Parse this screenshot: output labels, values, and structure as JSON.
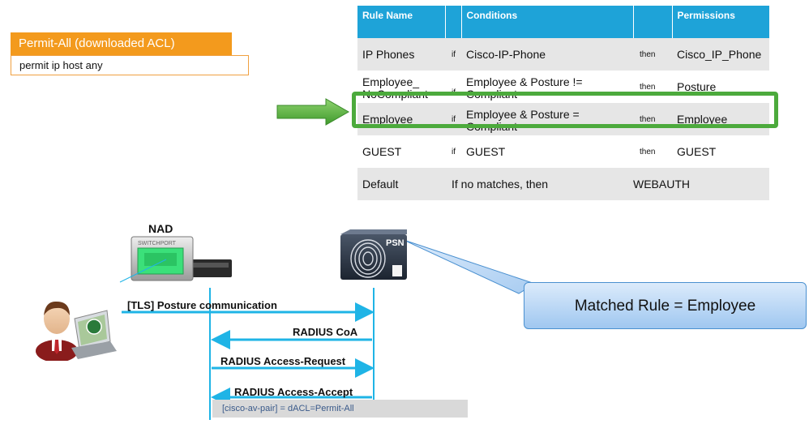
{
  "dacl": {
    "title": "Permit-All (downloaded ACL)",
    "rule": "permit ip host any"
  },
  "table": {
    "headers": {
      "rule_name": "Rule Name",
      "conditions": "Conditions",
      "permissions": "Permissions"
    },
    "rows": [
      {
        "name": "IP Phones",
        "if": "if",
        "cond": "Cisco-IP-Phone",
        "then": "then",
        "perm": "Cisco_IP_Phone"
      },
      {
        "name": "Employee_ NoCompliant",
        "if": "if",
        "cond": "Employee & Posture != Compliant",
        "then": "then",
        "perm": "Posture"
      },
      {
        "name": "Employee",
        "if": "if",
        "cond": "Employee & Posture = Compliant",
        "then": "then",
        "perm": "Employee"
      },
      {
        "name": "GUEST",
        "if": "if",
        "cond": "GUEST",
        "then": "then",
        "perm": "GUEST"
      },
      {
        "name": "Default",
        "default_text": "If no matches, then",
        "perm": "WEBAUTH"
      }
    ]
  },
  "callout": {
    "text": "Matched Rule = Employee"
  },
  "nodes": {
    "nad": "NAD",
    "nad_port": "SWITCHPORT",
    "psn": "PSN"
  },
  "messages": [
    "[TLS] Posture communication",
    "RADIUS CoA",
    "RADIUS Access-Request",
    "RADIUS Access-Accept"
  ],
  "av_pair": "[cisco-av-pair] = dACL=Permit-All",
  "colors": {
    "orange": "#f39a1d",
    "table_header": "#1ea3d8",
    "highlight_green": "#4caa3c",
    "arrow_cyan": "#1fb4e6",
    "callout_blue": "#9fc7f0"
  }
}
